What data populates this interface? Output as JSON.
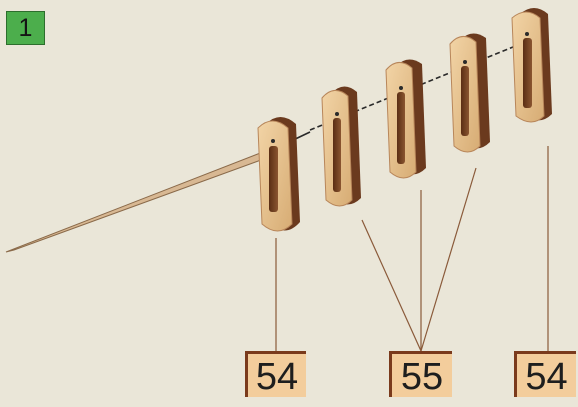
{
  "step": {
    "number": "1"
  },
  "labels": {
    "left": "54",
    "middle": "55",
    "right": "54"
  },
  "colors": {
    "background": "#eae6d8",
    "badge": "#4cae4c",
    "label_box": "#f3cd9c",
    "leader_line": "#8a5a3a",
    "wood_face": "#e9c592",
    "wood_edge": "#6b3a1e"
  }
}
